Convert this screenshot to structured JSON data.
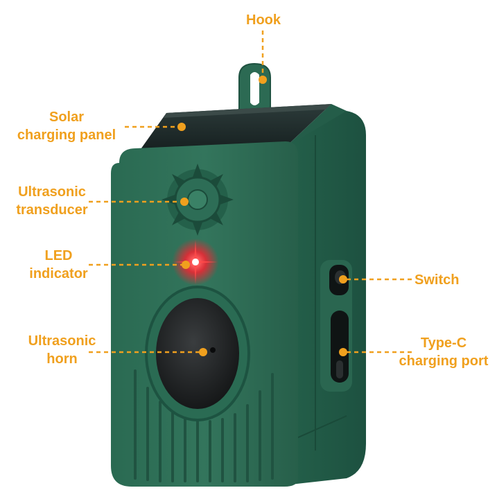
{
  "colors": {
    "accent": "#f0a01e",
    "device_body": "#2f6e57",
    "solar_panel": "#1c2b2a",
    "led": "#ff1f2f"
  },
  "callouts": [
    {
      "id": "hook",
      "lines": [
        "Hook"
      ]
    },
    {
      "id": "solar",
      "lines": [
        "Solar",
        "charging panel"
      ]
    },
    {
      "id": "transducer",
      "lines": [
        "Ultrasonic",
        "transducer"
      ]
    },
    {
      "id": "led",
      "lines": [
        "LED",
        "indicator"
      ]
    },
    {
      "id": "horn",
      "lines": [
        "Ultrasonic",
        "horn"
      ]
    },
    {
      "id": "switch",
      "lines": [
        "Switch"
      ]
    },
    {
      "id": "typec",
      "lines": [
        "Type-C",
        "charging port"
      ]
    }
  ]
}
